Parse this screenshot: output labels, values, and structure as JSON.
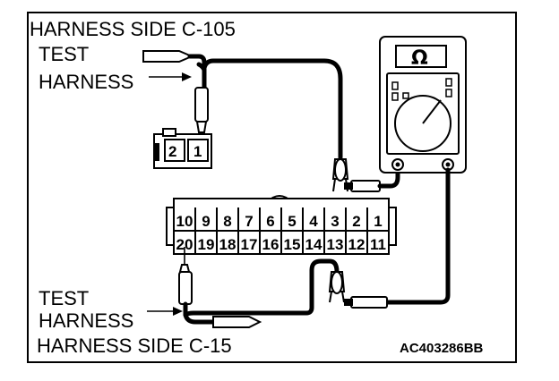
{
  "labels": {
    "harness_side_top": "HARNESS SIDE C-105",
    "test_top_1": "TEST",
    "test_top_2": "HARNESS",
    "test_bottom_1": "TEST",
    "test_bottom_2": "HARNESS",
    "harness_side_bottom": "HARNESS SIDE C-15",
    "figure_code": "AC403286BB"
  },
  "meter": {
    "symbol": "Ω"
  },
  "small_connector": {
    "pins": [
      "2",
      "1"
    ]
  },
  "big_connector": {
    "top_row": [
      "10",
      "9",
      "8",
      "7",
      "6",
      "5",
      "4",
      "3",
      "2",
      "1"
    ],
    "bottom_row": [
      "20",
      "19",
      "18",
      "17",
      "16",
      "15",
      "14",
      "13",
      "12",
      "11"
    ]
  },
  "colors": {
    "ink": "#000000",
    "paper": "#ffffff"
  }
}
